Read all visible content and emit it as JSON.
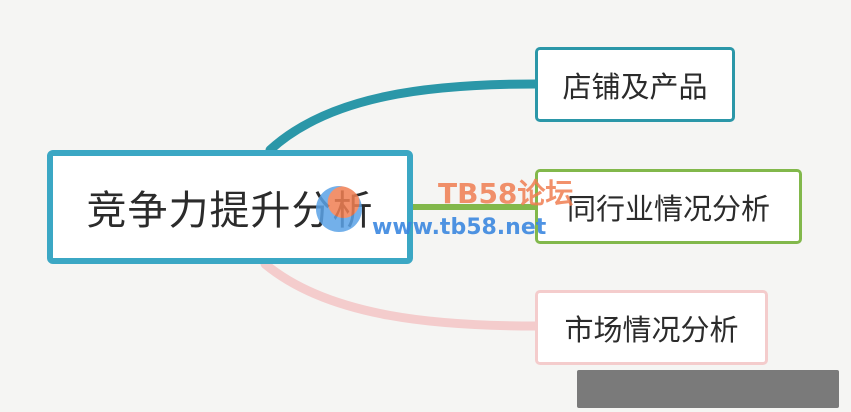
{
  "mindmap": {
    "root": "竞争力提升分析",
    "branches": [
      {
        "label": "店铺及产品",
        "color": "#2b97a8"
      },
      {
        "label": "同行业情况分析",
        "color": "#82b84b"
      },
      {
        "label": "市场情况分析",
        "color": "#f4cccc"
      }
    ]
  },
  "watermark": {
    "title": "TB58论坛",
    "url": "www.tb58.net"
  },
  "colors": {
    "root_border": "#3ba7c4",
    "background": "#f5f5f3"
  }
}
